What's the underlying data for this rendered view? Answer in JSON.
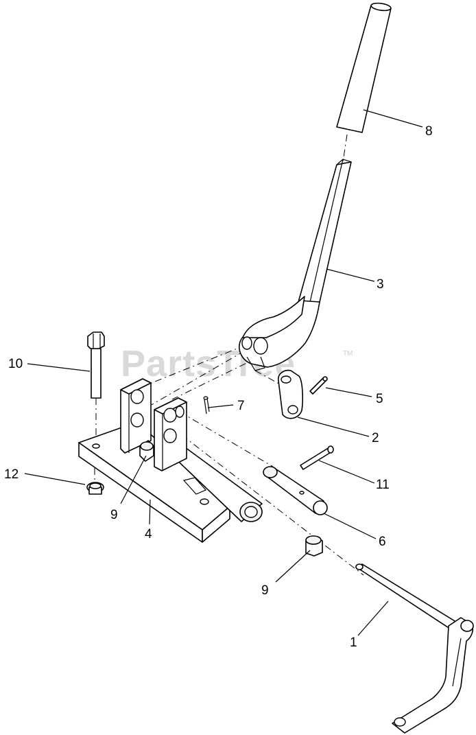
{
  "watermark": {
    "brand": "PartsTree",
    "mark": "TM"
  },
  "callouts": {
    "c1": "1",
    "c2": "2",
    "c3": "3",
    "c4": "4",
    "c5": "5",
    "c6": "6",
    "c7": "7",
    "c8": "8",
    "c9a": "9",
    "c9b": "9",
    "c10": "10",
    "c11": "11",
    "c12": "12"
  }
}
